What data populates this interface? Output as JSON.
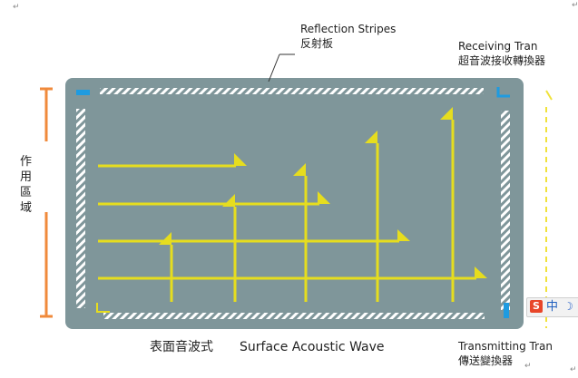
{
  "labels": {
    "reflection_en": "Reflection Stripes",
    "reflection_zh": "反射板",
    "receiving_en": "Receiving Tran",
    "receiving_zh": "超音波接收轉換器",
    "transmitting_en": "Transmitting Tran",
    "transmitting_zh": "傳送變換器",
    "area_zh": "作用區域",
    "caption_zh": "表面音波式",
    "caption_en": "Surface Acoustic Wave"
  },
  "ime": {
    "logo": "S",
    "mode": "中",
    "moon": "☽"
  },
  "return_marks": [
    "↵",
    "↵",
    "↵",
    "↵"
  ],
  "colors": {
    "panel": "#7f969a",
    "wave": "#e6dd1e",
    "stripes": "#ffffff",
    "transducer": "#1f9be0",
    "area_bracket": "#f08a3b",
    "dashed_line": "#f0e23a"
  }
}
